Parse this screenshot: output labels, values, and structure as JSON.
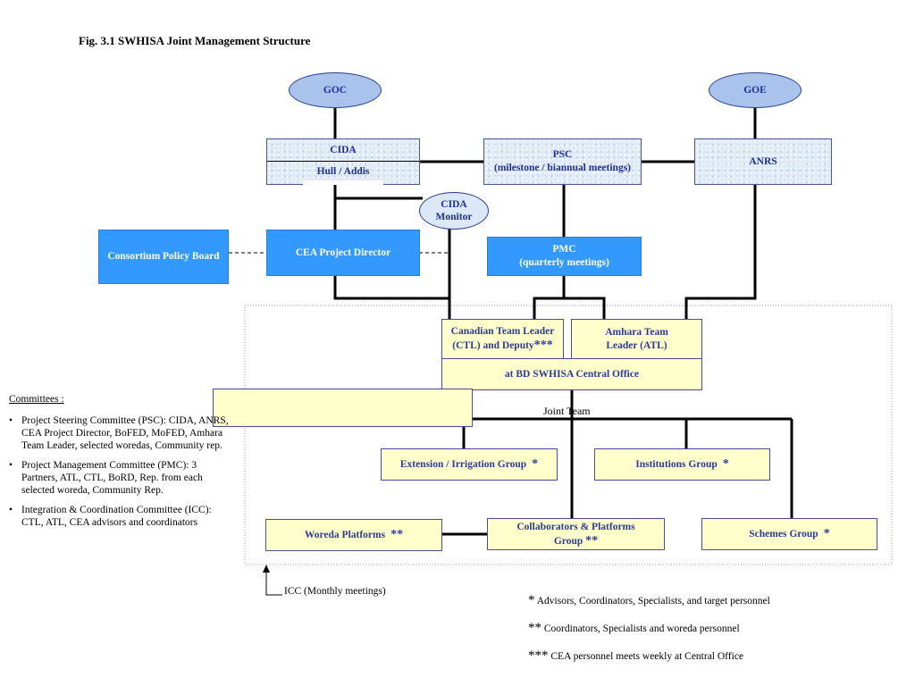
{
  "title": "Fig.  3.1  SWHISA Joint Management Structure",
  "nodes": {
    "goc": "GOC",
    "goe": "GOE",
    "cida_line1": "CIDA",
    "cida_line2": "Hull / Addis",
    "psc_line1": "PSC",
    "psc_line2": "(milestone / biannual meetings)",
    "anrs": "ANRS",
    "cida_monitor_line1": "CIDA",
    "cida_monitor_line2": "Monitor",
    "consortium": "Consortium Policy Board",
    "cea_director": "CEA Project Director",
    "pmc_line1": "PMC",
    "pmc_line2": "(quarterly meetings)",
    "ctl_line1": "Canadian Team Leader",
    "ctl_line2": "(CTL) and Deputy",
    "ctl_stars": "***",
    "atl_line1": "Amhara Team",
    "atl_line2": "Leader (ATL)",
    "central_office": "at BD SWHISA Central Office",
    "joint_team": "Joint Team",
    "extension": "Extension / Irrigation Group",
    "extension_stars": "*",
    "institutions": "Institutions Group",
    "institutions_stars": "*",
    "woreda": "Woreda Platforms",
    "woreda_stars": "**",
    "collab_line1": "Collaborators & Platforms",
    "collab_line2": "Group",
    "collab_stars": "**",
    "schemes": "Schemes Group",
    "schemes_stars": "*",
    "icc": "ICC (Monthly meetings)"
  },
  "committees": {
    "heading": "Committees :",
    "items": [
      "Project Steering Committee (PSC): CIDA, ANRS, CEA Project Director, BoFED, MoFED, Amhara Team Leader, selected woredas, Community rep.",
      "Project Management Committee (PMC): 3 Partners, ATL, CTL, BoRD, Rep. from each selected woreda, Community Rep.",
      "Integration & Coordination Committee (ICC): CTL, ATL, CEA advisors and coordinators"
    ]
  },
  "notes": [
    {
      "stars": "*",
      "text": "Advisors, Coordinators, Specialists, and target personnel"
    },
    {
      "stars": "**",
      "text": "Coordinators, Specialists and woreda personnel"
    },
    {
      "stars": "***",
      "text": "CEA personnel meets weekly at Central Office"
    }
  ],
  "colors": {
    "oval_fill": "#a9c3ec",
    "pale_box": "#dfeaf6",
    "blue_box": "#3399ff",
    "cream_box": "#ffffcc",
    "label_text": "#1f2f99"
  }
}
